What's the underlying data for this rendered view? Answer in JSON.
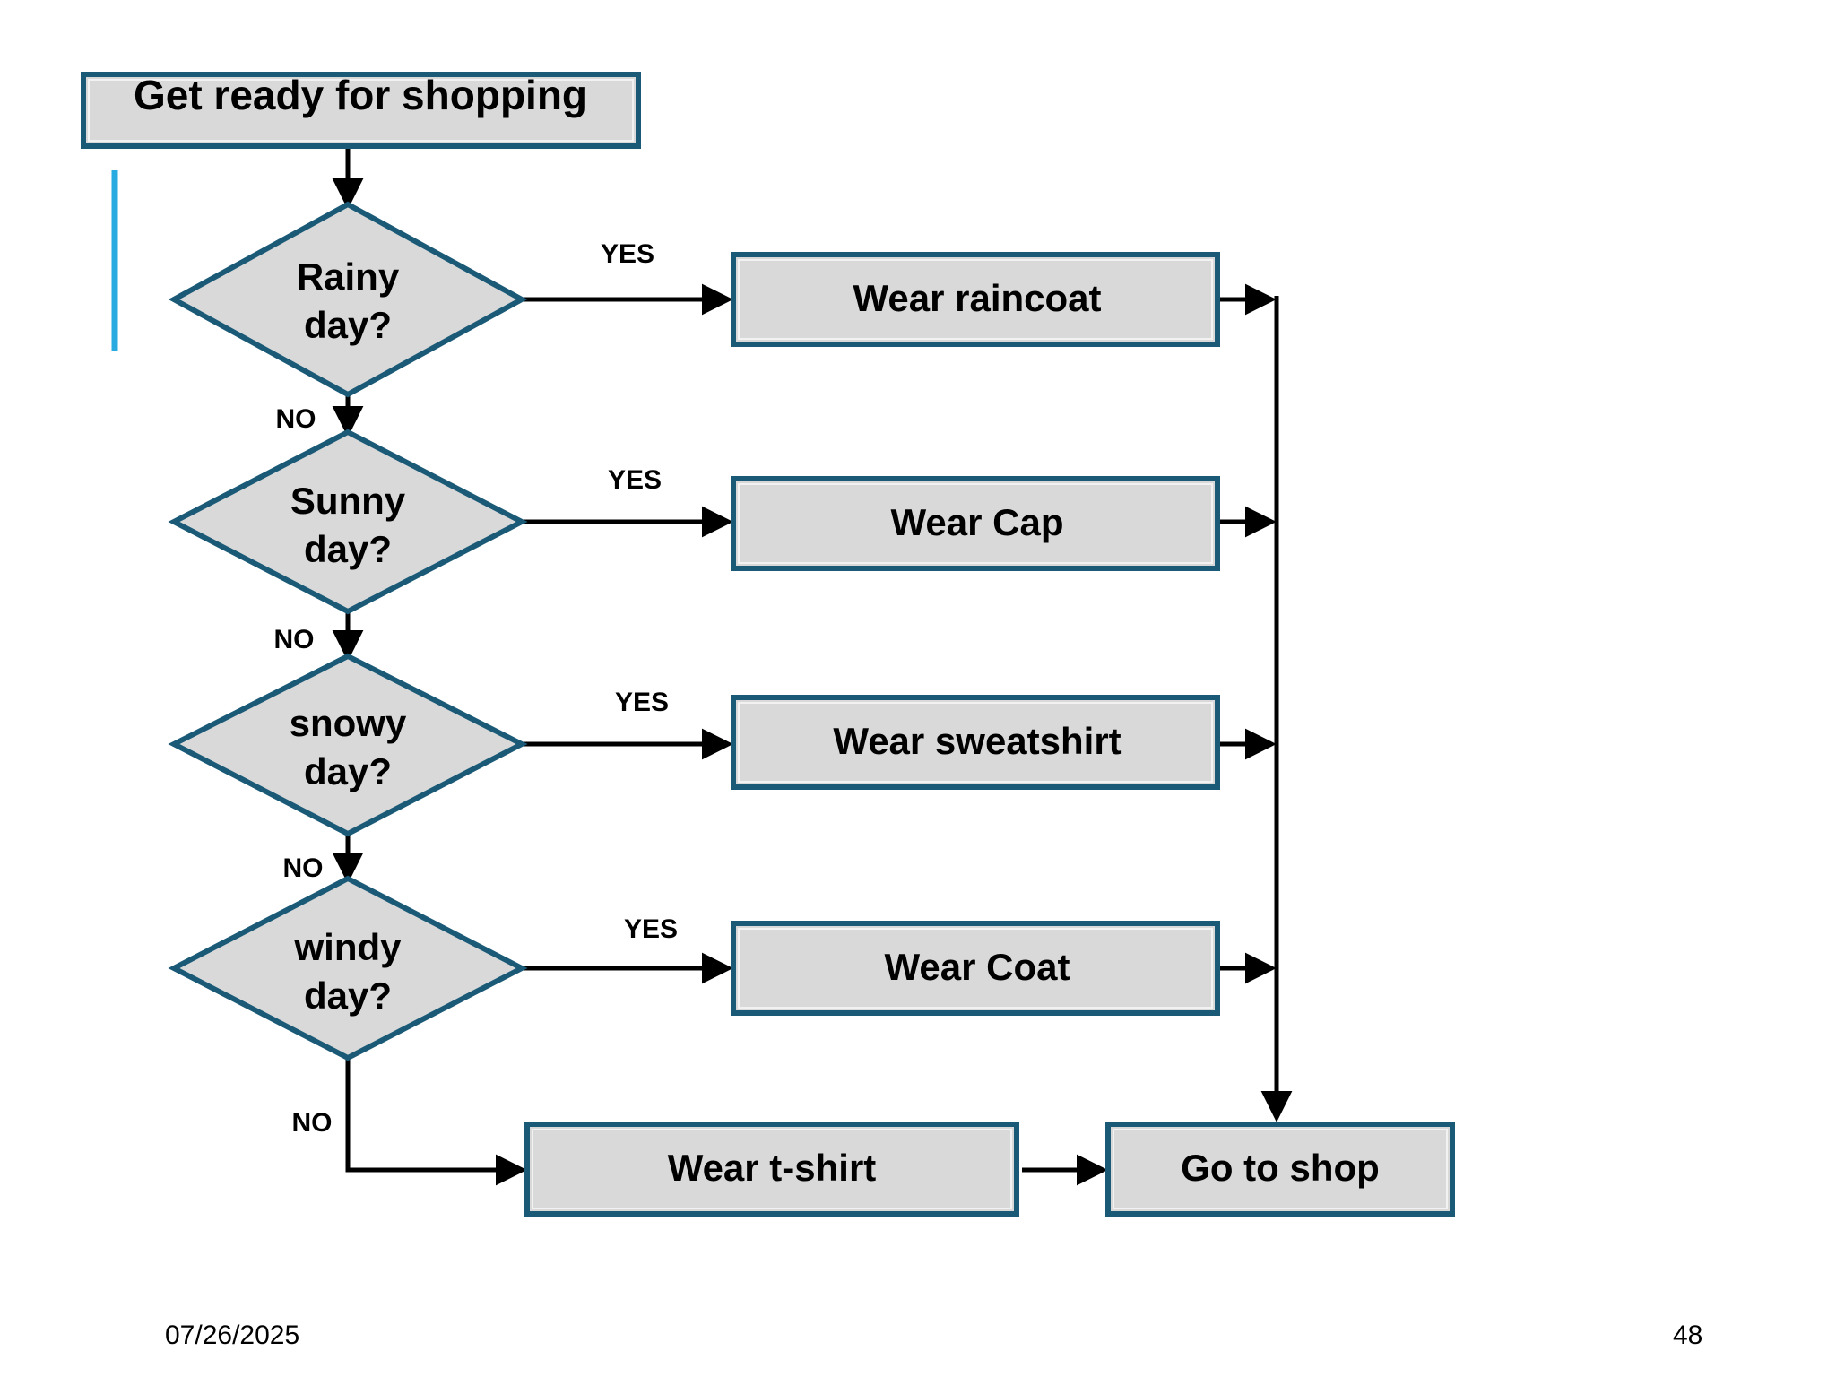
{
  "slide": {
    "title": "Get ready for shopping",
    "footer_date": "07/26/2025",
    "page_number": "48",
    "colors": {
      "node_fill": "#d9d9d9",
      "node_border": "#1a5a77",
      "connector": "#000000",
      "accent_bar": "#29ABE2",
      "background": "#ffffff"
    }
  },
  "diagram": {
    "type": "flowchart",
    "start": {
      "label": "Get ready for shopping",
      "shape": "process"
    },
    "decisions": [
      {
        "id": "rainy",
        "label_line1": "Rainy",
        "label_line2": "day?",
        "shape": "decision",
        "yes_label": "YES",
        "no_label": "NO"
      },
      {
        "id": "sunny",
        "label_line1": "Sunny",
        "label_line2": "day?",
        "shape": "decision",
        "yes_label": "YES",
        "no_label": "NO"
      },
      {
        "id": "snowy",
        "label_line1": "snowy",
        "label_line2": "day?",
        "shape": "decision",
        "yes_label": "YES",
        "no_label": "NO"
      },
      {
        "id": "windy",
        "label_line1": "windy",
        "label_line2": "day?",
        "shape": "decision",
        "yes_label": "YES",
        "no_label": "NO"
      }
    ],
    "actions": [
      {
        "id": "raincoat",
        "label": "Wear raincoat",
        "shape": "process"
      },
      {
        "id": "cap",
        "label": "Wear Cap",
        "shape": "process"
      },
      {
        "id": "sweatshirt",
        "label": "Wear sweatshirt",
        "shape": "process"
      },
      {
        "id": "coat",
        "label": "Wear Coat",
        "shape": "process"
      },
      {
        "id": "tshirt",
        "label": "Wear t-shirt",
        "shape": "process"
      }
    ],
    "end": {
      "label": "Go to shop",
      "shape": "process"
    },
    "edge_labels": {
      "yes": "YES",
      "no": "NO"
    }
  }
}
